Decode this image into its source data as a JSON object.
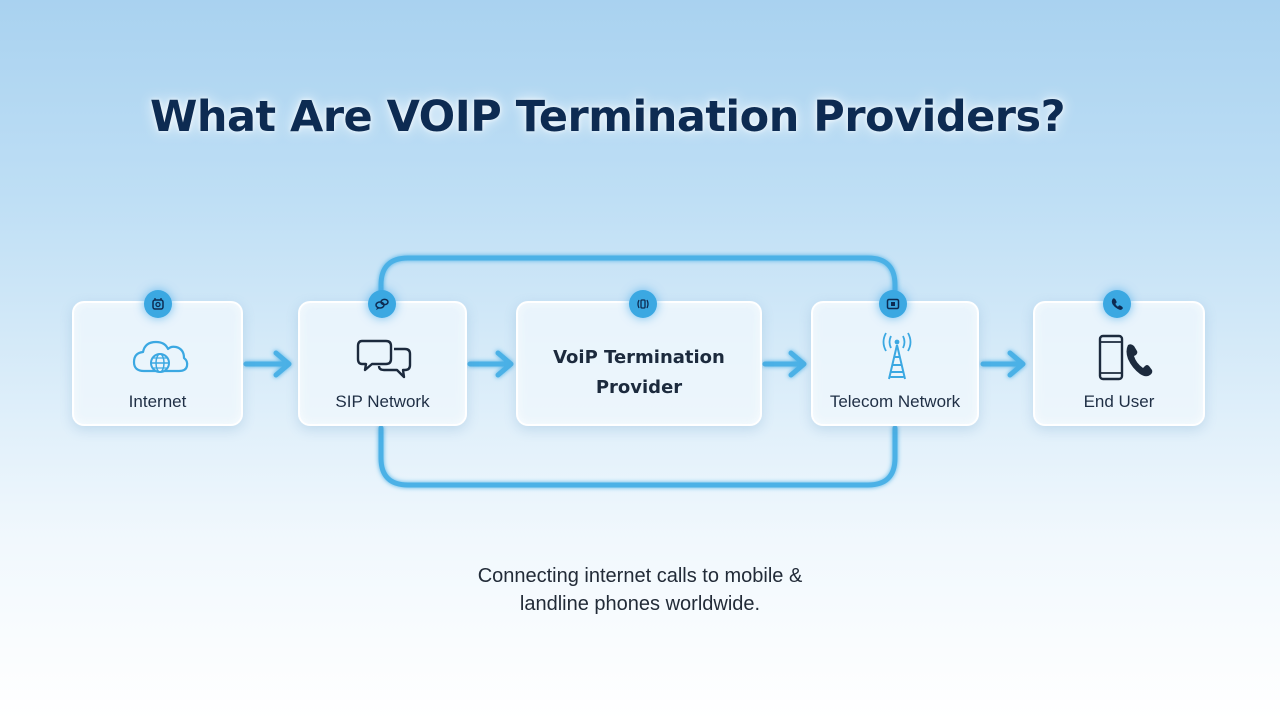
{
  "title": "What Are VOIP Termination Providers?",
  "nodes": [
    {
      "label": "Internet",
      "icon": "cloud-globe-icon",
      "badge_icon": "router-icon"
    },
    {
      "label": "SIP Network",
      "icon": "chat-bubbles-icon",
      "badge_icon": "chat-link-icon"
    },
    {
      "label_lines": [
        "VoiP Termination",
        "Provider"
      ],
      "badge_icon": "signal-waves-icon"
    },
    {
      "label": "Telecom Network",
      "icon": "cell-tower-icon",
      "badge_icon": "sim-icon"
    },
    {
      "label": "End User",
      "icon": "phone-handset-icon",
      "badge_icon": "phone-icon"
    }
  ],
  "caption_lines": [
    "Connecting internet calls to mobile &",
    "landline phones worldwide."
  ],
  "colors": {
    "accent": "#3ba8e2",
    "title": "#0d2b52",
    "text": "#1f2f45"
  }
}
